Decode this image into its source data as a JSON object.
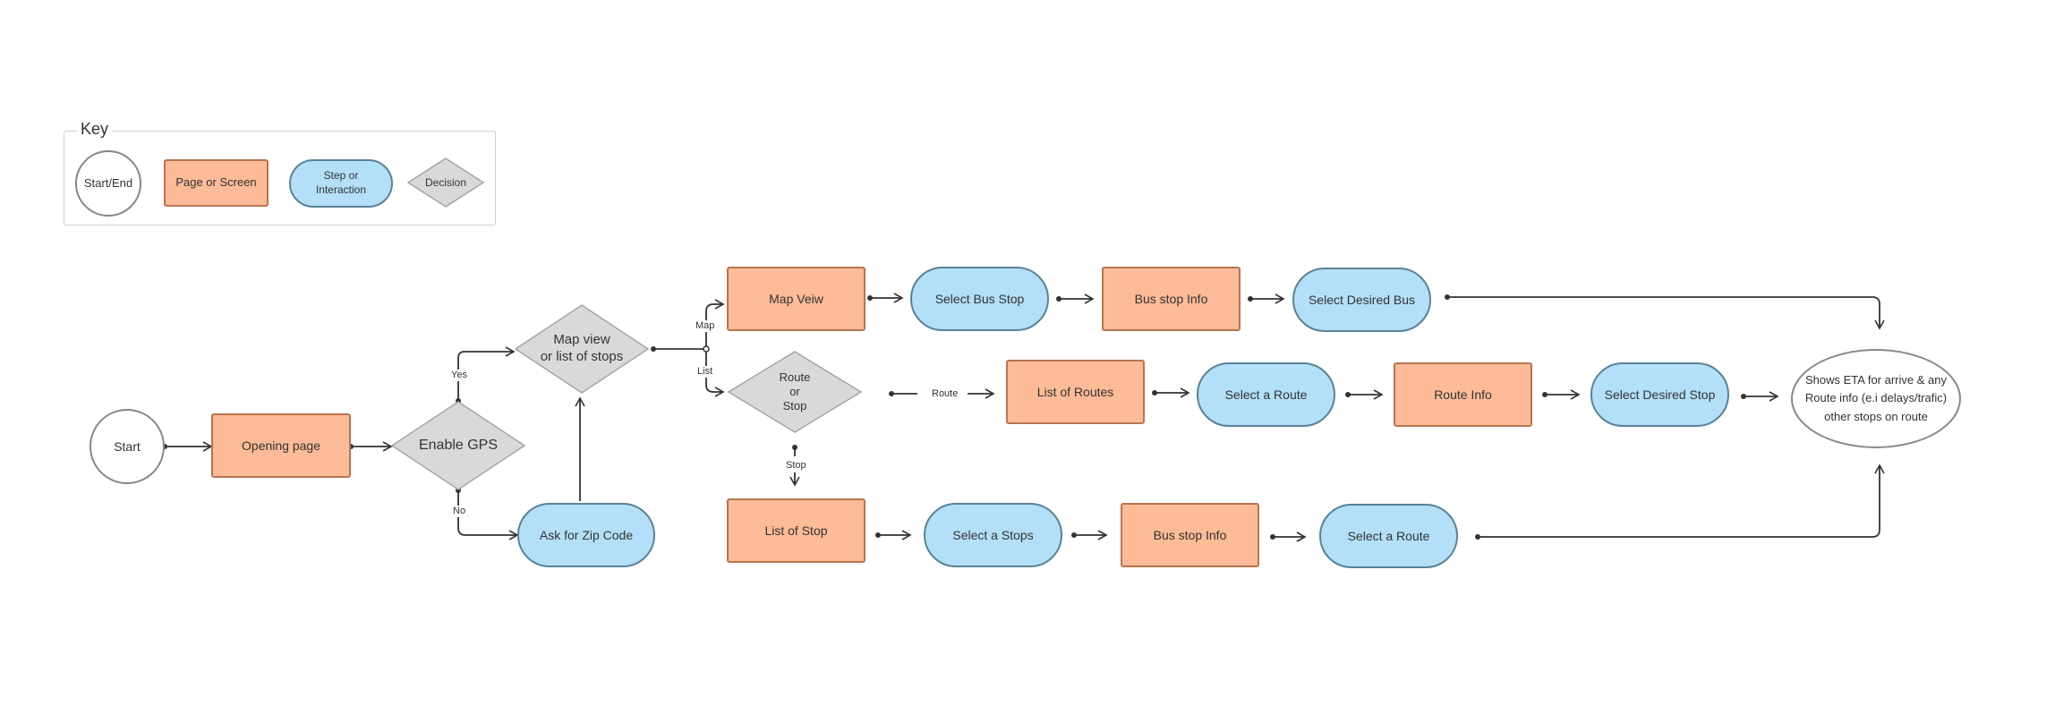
{
  "key": {
    "title": "Key",
    "start_end": "Start/End",
    "page_screen": "Page or Screen",
    "step": "Step or\nInteraction",
    "decision": "Decision"
  },
  "nodes": {
    "start": "Start",
    "opening_page": "Opening page",
    "enable_gps": "Enable GPS",
    "ask_zip": "Ask for Zip Code",
    "map_or_list": "Map view\nor list of stops",
    "map_view": "Map Veiw",
    "select_bus_stop": "Select Bus Stop",
    "bus_stop_info_1": "Bus stop Info",
    "select_desired_bus": "Select Desired Bus",
    "route_or_stop": "Route\nor\nStop",
    "list_of_routes": "List of Routes",
    "select_route_1": "Select a Route",
    "route_info": "Route Info",
    "select_desired_stop": "Select Desired Stop",
    "list_of_stop": "List of Stop",
    "select_stops": "Select a Stops",
    "bus_stop_info_2": "Bus stop Info",
    "select_route_2": "Select a Route",
    "end": "Shows ETA for arrive & any\nRoute info (e.i delays/trafic)\nother stops on route"
  },
  "edge_labels": {
    "yes": "Yes",
    "no": "No",
    "map": "Map",
    "list": "List",
    "route": "Route",
    "stop": "Stop"
  },
  "colors": {
    "page_fill": "#fdbb98",
    "page_border": "#b9744f",
    "step_fill": "#b3dff9",
    "step_border": "#5a8296",
    "decision_fill": "#d9d9d9",
    "decision_border": "#a5a5a5",
    "connector": "#333333"
  }
}
